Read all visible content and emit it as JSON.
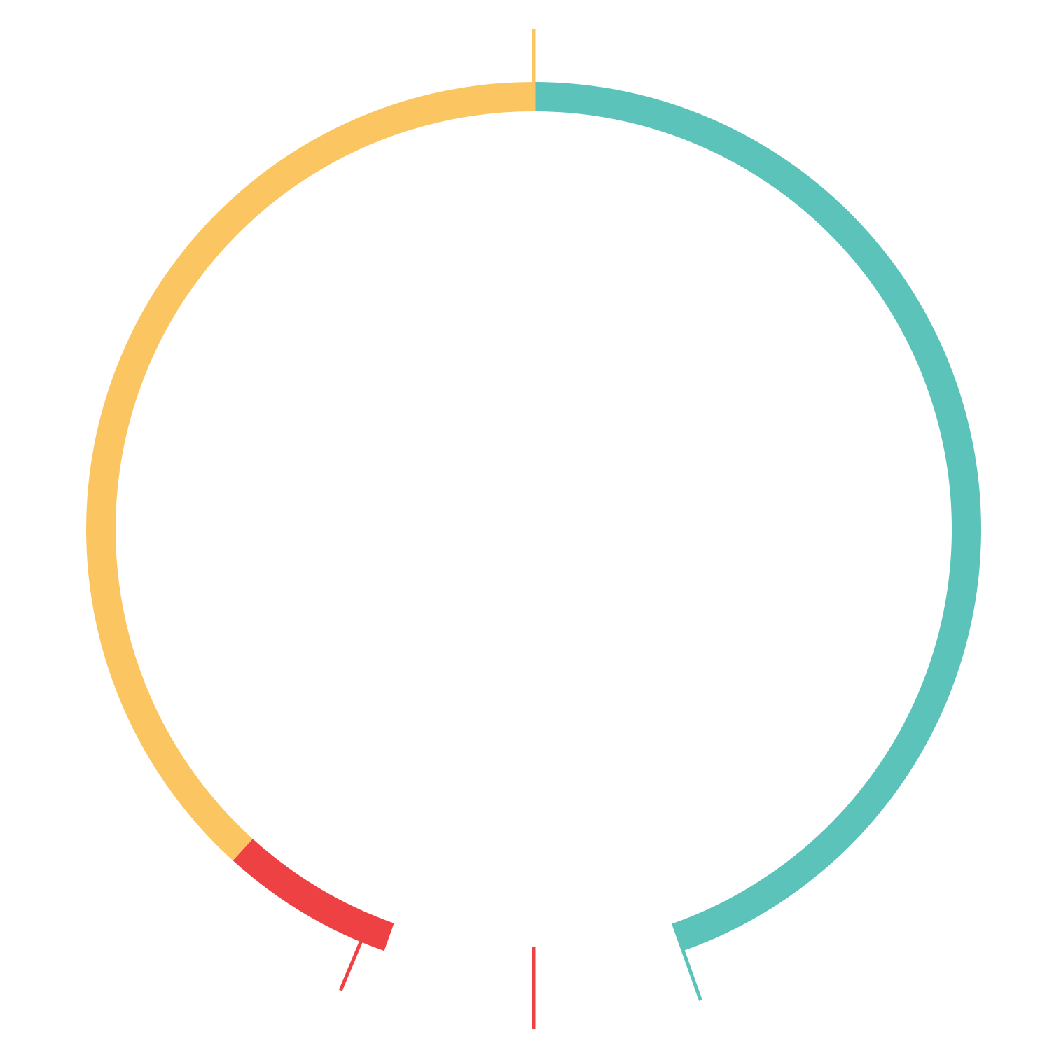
{
  "chart_data": {
    "type": "pie",
    "variant": "ring",
    "start_angle_deg": 0,
    "direction": "clockwise",
    "segments": [
      {
        "value": 0.4458,
        "color": "#5bc3ba"
      },
      {
        "value": 0.1084,
        "color": "#ffffff"
      },
      {
        "value": 0.0631,
        "color": "#ee4144"
      },
      {
        "value": 0.3827,
        "color": "#fbc661"
      }
    ],
    "markers": [
      {
        "at": 0.0,
        "color": "#fbc661"
      },
      {
        "at": 0.4458,
        "color": "#5bc3ba"
      },
      {
        "at": 0.5,
        "color": "#ee4144"
      },
      {
        "at": 0.5631,
        "color": "#ee4144"
      }
    ],
    "legend": "none",
    "labels": "none"
  }
}
